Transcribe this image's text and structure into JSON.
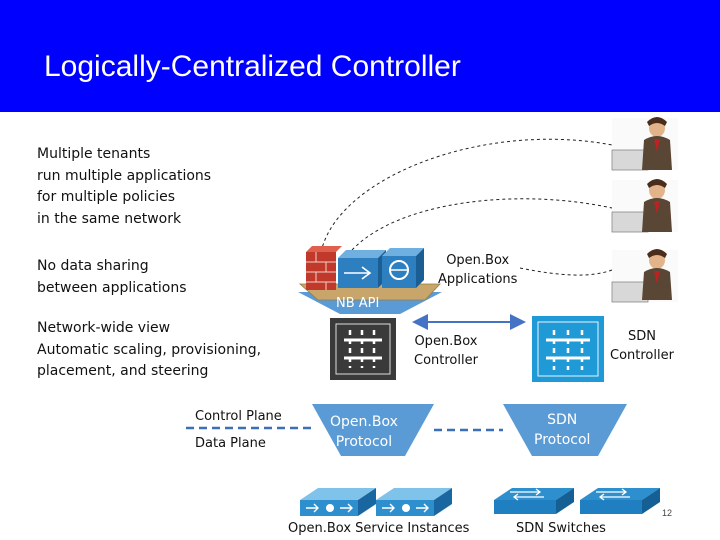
{
  "title": "Logically-Centralized Controller",
  "left_text": {
    "tenants": [
      "Multiple tenants",
      "run multiple applications",
      "for multiple policies",
      "in the same network"
    ],
    "no_sharing": [
      "No data sharing",
      "between applications"
    ],
    "network_view": [
      "Network-wide view",
      "Automatic scaling, provisioning,",
      "placement, and steering"
    ]
  },
  "legend": {
    "control_plane": "Control Plane",
    "data_plane": "Data Plane"
  },
  "labels": {
    "openbox_applications": [
      "Open.Box",
      "Applications"
    ],
    "nb_api": "NB API",
    "openbox_controller": [
      "Open.Box",
      "Controller"
    ],
    "sdn_controller": [
      "SDN",
      "Controller"
    ],
    "openbox_protocol": [
      "Open.Box",
      "Protocol"
    ],
    "sdn_protocol": [
      "SDN",
      "Protocol"
    ],
    "openbox_service_instances": "Open.Box Service Instances",
    "sdn_switches": "SDN Switches"
  },
  "slide_number": "12",
  "colors": {
    "header": "#0000ff",
    "funnel": "#5b9bd5",
    "controller_dark": "#3a3a3a",
    "controller_blue": "#1f9ad6",
    "dashed": "#3b6fb6"
  }
}
